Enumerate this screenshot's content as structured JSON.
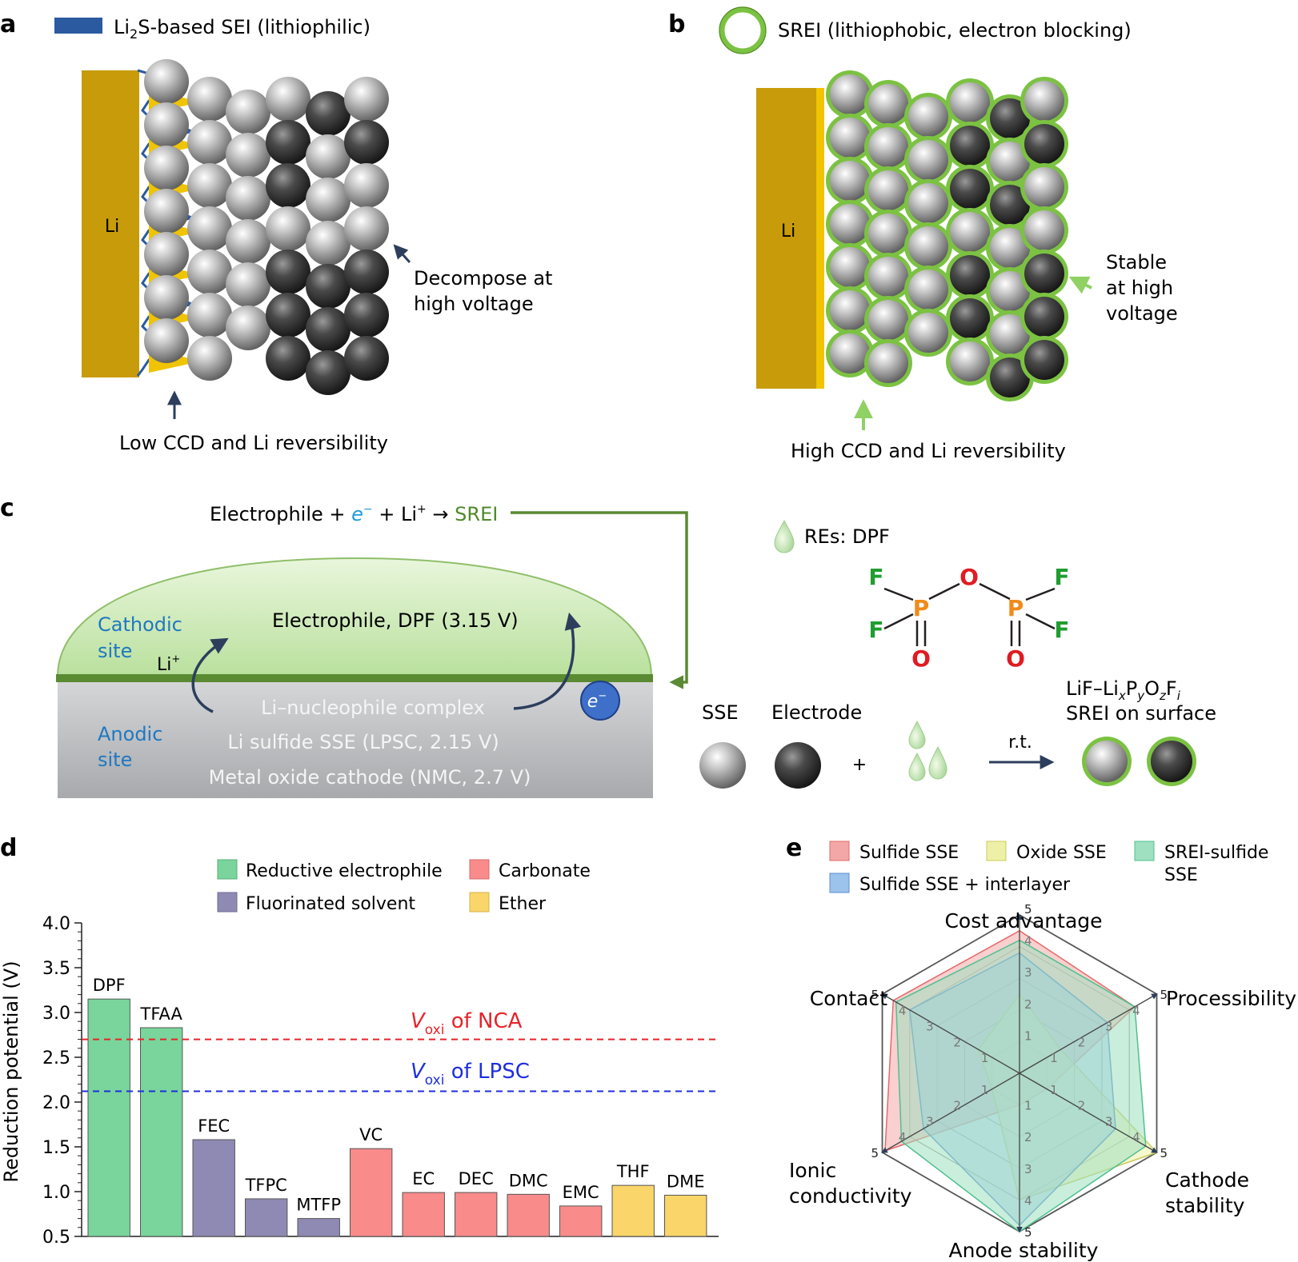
{
  "colors": {
    "li_metal": "#c89b0a",
    "sei_blue": "#2b5aa0",
    "srei_green": "#7cc242",
    "sse_grey": "#b5b5b5",
    "electrode_dark": "#3a3a3a",
    "dome_green": "#cfe9b8",
    "green_line": "#5a8a32",
    "arrow_navy": "#2c3e5c",
    "nca_red": "#e8232a",
    "lpsc_blue": "#1d2ee0",
    "reductive": "#79d59b",
    "fluorinated": "#8e8ab4",
    "carbonate": "#f98b8b",
    "ether": "#f9d56a",
    "radar_pink": "#f4a7a7",
    "radar_yellow": "#eef0a8",
    "radar_green": "#9fe0c0",
    "radar_blue": "#9cc3ec",
    "phosphorus": "#f28a1a",
    "oxygen": "#e01b22",
    "fluorine": "#1f9e2f"
  },
  "panel_a": {
    "label": "a",
    "legend_pre": "Li",
    "legend_sub": "2",
    "legend_post": "S-based SEI (lithiophilic)",
    "li_label": "Li",
    "note": [
      "Decompose at",
      "high voltage"
    ],
    "bottom": "Low CCD and Li reversibility"
  },
  "panel_b": {
    "label": "b",
    "legend": "SREI (lithiophobic, electron blocking)",
    "li_label": "Li",
    "note": [
      "Stable",
      "at high",
      "voltage"
    ],
    "bottom": "High CCD and Li reversibility"
  },
  "panel_c": {
    "label": "c",
    "eq_pre": "Electrophile + ",
    "eq_e": "e",
    "eq_mid": " + Li",
    "eq_arrow": " → ",
    "eq_srei": "SREI",
    "cathodic": [
      "Cathodic",
      "site"
    ],
    "anodic": [
      "Anodic",
      "site"
    ],
    "electrophile": "Electrophile, DPF (3.15 V)",
    "li_plus": "Li",
    "complex": "Li–nucleophile complex",
    "sse": "Li sulfide SSE (LPSC, 2.15 V)",
    "cathode": "Metal oxide cathode (NMC, 2.7 V)",
    "electron": "e",
    "res": "REs: DPF",
    "atom_F": "F",
    "atom_P": "P",
    "atom_O": "O",
    "sse_label": "SSE",
    "electrode_label": "Electrode",
    "plus": "+",
    "rt": "r.t.",
    "srei_line1_parts": [
      "LiF–Li",
      "x",
      "P",
      "y",
      "O",
      "z",
      "F",
      "i"
    ],
    "srei_line2": "SREI on surface"
  },
  "panel_d": {
    "label": "d",
    "legend": [
      "Reductive electrophile",
      "Carbonate",
      "Fluorinated solvent",
      "Ether"
    ],
    "ylabel": "Reduction potential (V)",
    "nca_pre": "V",
    "nca_sub": "oxi",
    "nca_post": " of NCA",
    "lpsc_pre": "V",
    "lpsc_sub": "oxi",
    "lpsc_post": " of LPSC"
  },
  "chart_data": [
    {
      "type": "bar",
      "categories": [
        "DPF",
        "TFAA",
        "FEC",
        "TFPC",
        "MTFP",
        "VC",
        "EC",
        "DEC",
        "DMC",
        "EMC",
        "THF",
        "DME"
      ],
      "values": [
        3.15,
        2.83,
        1.58,
        0.92,
        0.7,
        1.48,
        0.99,
        0.99,
        0.97,
        0.84,
        1.07,
        0.96
      ],
      "groups": [
        "Reductive electrophile",
        "Reductive electrophile",
        "Fluorinated solvent",
        "Fluorinated solvent",
        "Fluorinated solvent",
        "Carbonate",
        "Carbonate",
        "Carbonate",
        "Carbonate",
        "Carbonate",
        "Ether",
        "Ether"
      ],
      "ylabel": "Reduction potential (V)",
      "ylim": [
        0.5,
        4.0
      ],
      "yticks": [
        "0.5",
        "1.0",
        "1.5",
        "2.0",
        "2.5",
        "3.0",
        "3.5",
        "4.0"
      ],
      "reference_lines": [
        {
          "name": "Voxi of NCA",
          "value": 2.7
        },
        {
          "name": "Voxi of LPSC",
          "value": 2.12
        }
      ]
    },
    {
      "type": "radar",
      "label": "e",
      "axes": [
        "Cost advantage",
        "Processibility",
        "Cathode stability",
        "Anode stability",
        "Ionic conductivity",
        "Contact"
      ],
      "axis_label_lines": [
        [
          "Cost advantage"
        ],
        [
          "Processibility"
        ],
        [
          "Cathode",
          "stability"
        ],
        [
          "Anode stability"
        ],
        [
          "Ionic",
          "conductivity"
        ],
        [
          "Contact"
        ]
      ],
      "scale_max": 5,
      "rings": [
        "1",
        "2",
        "3",
        "4",
        "5"
      ],
      "series": [
        {
          "name": "Sulfide SSE",
          "values": [
            4.5,
            4.2,
            1,
            1,
            4.9,
            4.6
          ]
        },
        {
          "name": "Oxide SSE",
          "values": [
            2.5,
            1.5,
            5,
            4,
            1,
            1.5
          ]
        },
        {
          "name": "SREI-sulfide SSE",
          "values": [
            4.2,
            4.2,
            4.6,
            5,
            4.3,
            4.5
          ]
        },
        {
          "name": "Sulfide SSE + interlayer",
          "values": [
            3.8,
            3.2,
            3.5,
            4.8,
            3.5,
            4.0
          ]
        }
      ],
      "legend_display": [
        [
          "Sulfide SSE"
        ],
        [
          "Oxide SSE"
        ],
        [
          "SREI-sulfide",
          "SSE"
        ],
        [
          "Sulfide SSE + interlayer"
        ]
      ]
    }
  ]
}
